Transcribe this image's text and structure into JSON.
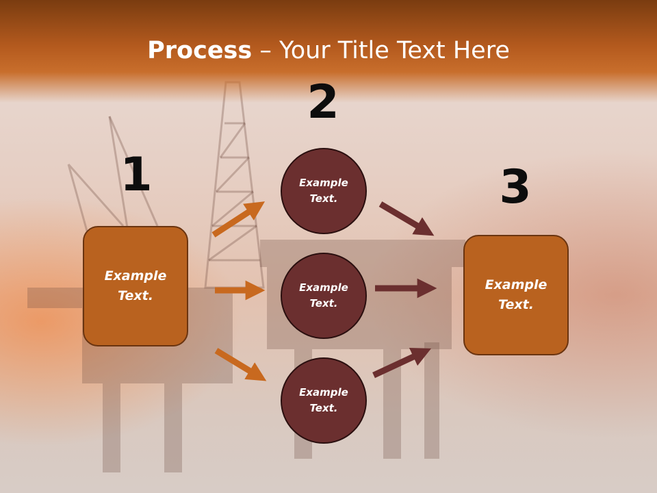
{
  "title": {
    "bold": "Process",
    "rest": " – Your Title Text Here"
  },
  "steps": [
    {
      "number": "1",
      "label": "Example\nText."
    },
    {
      "number": "2",
      "label": "Example\nText."
    },
    {
      "number": "3",
      "label": "Example\nText."
    }
  ],
  "circles": [
    {
      "label": "Example\nText."
    },
    {
      "label": "Example\nText."
    },
    {
      "label": "Example\nText."
    }
  ],
  "colors": {
    "header": "#b45a1e",
    "box_fill": "#b9621f",
    "circle_fill": "#6b2f2f",
    "arrow_orange": "#c8691f",
    "arrow_maroon": "#6b2f2f"
  }
}
